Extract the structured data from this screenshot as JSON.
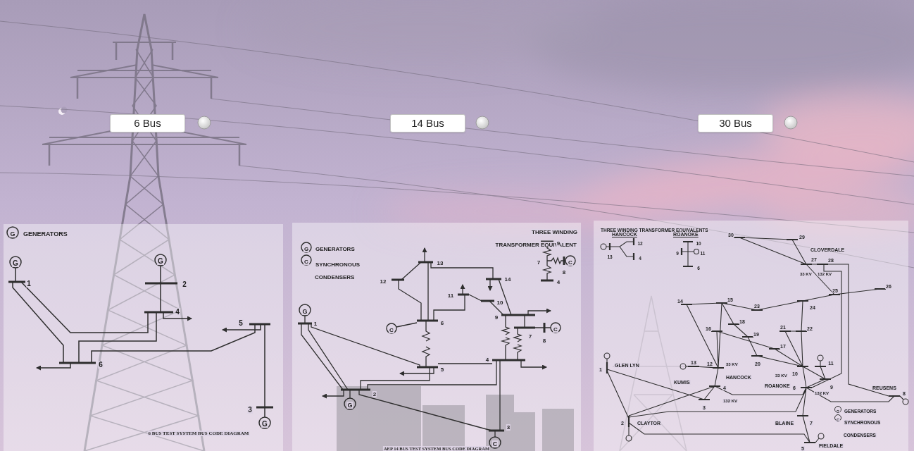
{
  "diagram": {
    "nodes": [
      {
        "text": [
          "6 Bus"
        ]
      },
      {
        "text": [
          "14 Bus"
        ]
      },
      {
        "text": [
          "30 Bus"
        ]
      }
    ],
    "labels": [
      "G",
      "G",
      "1",
      "G",
      "2",
      "4",
      "5",
      "6",
      "3",
      "G",
      "6 BUS TEST SYSTEM BUS CODE DIAGRAM",
      "G",
      "C",
      "THREE WINDING TRANSFORMER EQUIVALENT",
      "9",
      "7",
      "8",
      "C",
      "4",
      "G",
      "1",
      "G",
      "2",
      "C",
      "3",
      "4",
      "5",
      "6",
      "C",
      "12",
      "13",
      "14",
      "11",
      "10",
      "9",
      "7",
      "C",
      "8",
      "AEP 14 BUS TEST SYSTEM BUS CODE DIAGRAM",
      "THREE WINDING TRANSFORMER EQUIVALENTS",
      "HANCOCK",
      "ROANOKE",
      "13",
      "12",
      "4",
      "10",
      "9",
      "11",
      "6",
      "1",
      "2",
      "3",
      "4",
      "5",
      "6",
      "7",
      "8",
      "9",
      "10",
      "11",
      "12",
      "13",
      "14",
      "15",
      "16",
      "17",
      "18",
      "19",
      "20",
      "21",
      "22",
      "23",
      "24",
      "25",
      "26",
      "27",
      "28",
      "29",
      "30",
      "GLEN LYN",
      "CLAYTOR",
      "KUMIS",
      "HANCOCK",
      "ROANOKE",
      "BLAINE",
      "REUSENS",
      "FIELDALE",
      "CLOVERDALE",
      "33 KV",
      "132 KV",
      "33 KV",
      "132 KV",
      "33 KV",
      "132 KV",
      "G",
      "C"
    ],
    "legend": [
      {
        "text": "GENERATORS"
      },
      {
        "text": "GENERATORS"
      },
      {
        "text": "SYNCHRONOUS CONDENSERS"
      },
      {
        "text": "GENERATORS"
      },
      {
        "text": "SYNCHRONOUS CONDENSERS"
      }
    ]
  }
}
